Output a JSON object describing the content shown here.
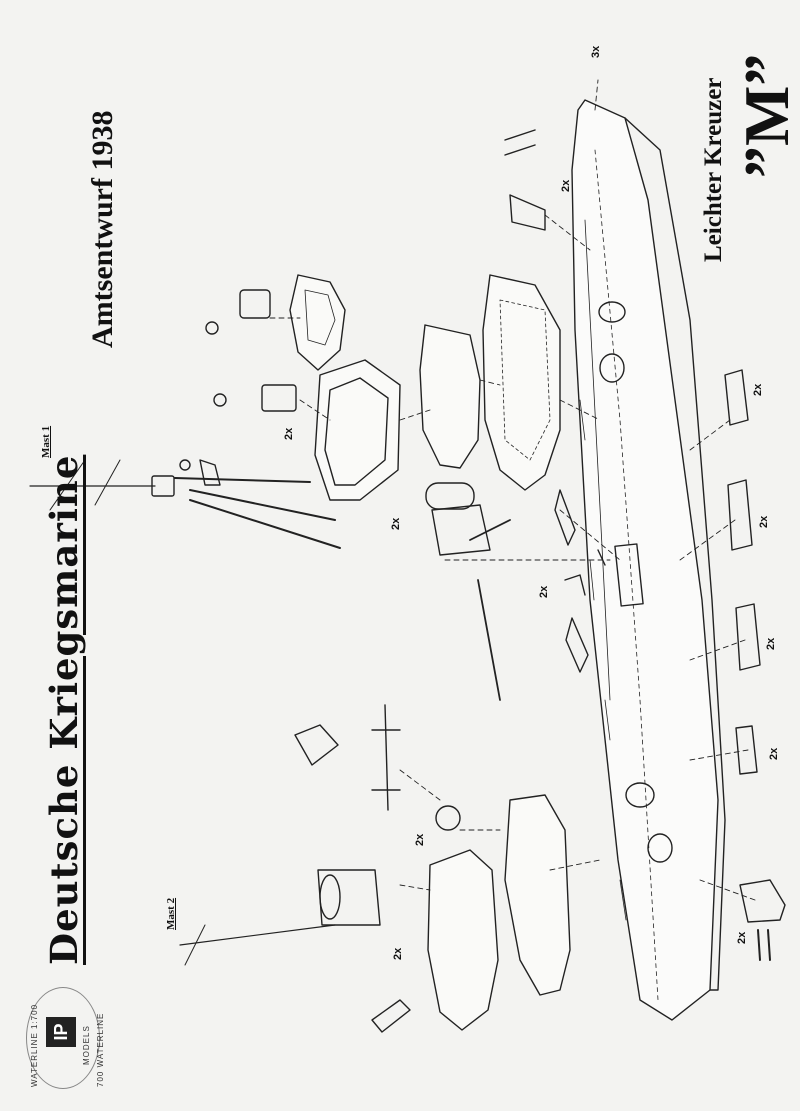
{
  "sheet": {
    "main_title": "Deutsche Kriegsmarine",
    "subtitle": "Amtsentwurf 1938",
    "class_label": "Leichter Kreuzer",
    "ship_name": "”M”",
    "mast1_label": "Mast 1",
    "mast2_label": "Mast 2",
    "logo": {
      "mark": "IP",
      "brand": "MODELS",
      "ring_text_1": "WATERLINE 1:700",
      "ring_text_2": "700 WATERLINE"
    },
    "quantities": {
      "q_bow": "3x",
      "q_turret_front": "2x",
      "q_bridge": "2x",
      "q_crane": "2x",
      "q_midship": "2x",
      "q_boat_1": "2x",
      "q_boat_2": "2x",
      "q_boat_3": "2x",
      "q_boat_4": "2x",
      "q_rear_turret": "2x",
      "q_aft_deck": "2x",
      "q_mast2": "2x"
    }
  }
}
